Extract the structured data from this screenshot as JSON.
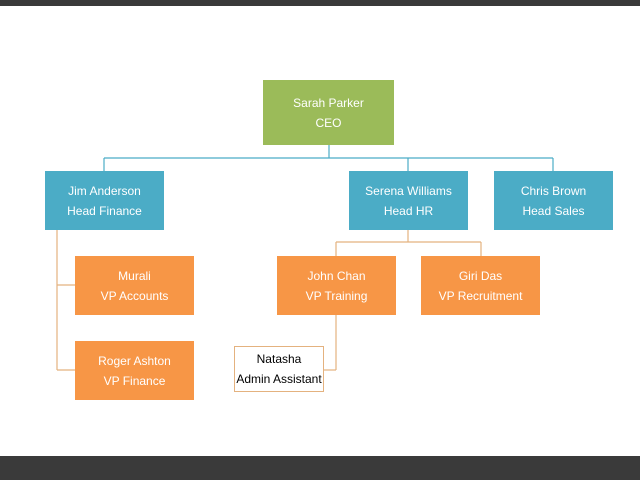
{
  "chart": {
    "nodes": [
      {
        "id": "ceo",
        "name": "Sarah Parker",
        "title": "CEO",
        "level": "top",
        "color": "#9bbb59"
      },
      {
        "id": "jim",
        "name": "Jim Anderson",
        "title": "Head Finance",
        "level": "head",
        "color": "#4bacc6"
      },
      {
        "id": "serena",
        "name": "Serena Williams",
        "title": "Head HR",
        "level": "head",
        "color": "#4bacc6"
      },
      {
        "id": "chris",
        "name": "Chris Brown",
        "title": "Head Sales",
        "level": "head",
        "color": "#4bacc6"
      },
      {
        "id": "murali",
        "name": "Murali",
        "title": "VP Accounts",
        "level": "vp",
        "color": "#f79646"
      },
      {
        "id": "roger",
        "name": "Roger Ashton",
        "title": "VP Finance",
        "level": "vp",
        "color": "#f79646"
      },
      {
        "id": "john",
        "name": "John Chan",
        "title": "VP Training",
        "level": "vp",
        "color": "#f79646"
      },
      {
        "id": "giri",
        "name": "Giri Das",
        "title": "VP Recruitment",
        "level": "vp",
        "color": "#f79646"
      },
      {
        "id": "natasha",
        "name": "Natasha",
        "title": "Admin Assistant",
        "level": "staff",
        "color": "#ffffff"
      }
    ],
    "edges": [
      [
        "ceo",
        "jim"
      ],
      [
        "ceo",
        "serena"
      ],
      [
        "ceo",
        "chris"
      ],
      [
        "jim",
        "murali"
      ],
      [
        "jim",
        "roger"
      ],
      [
        "serena",
        "john"
      ],
      [
        "serena",
        "giri"
      ],
      [
        "john",
        "natasha"
      ]
    ],
    "colors": {
      "ceo_connector": "#4bacc6",
      "sub_connector": "#e4b27f"
    }
  }
}
